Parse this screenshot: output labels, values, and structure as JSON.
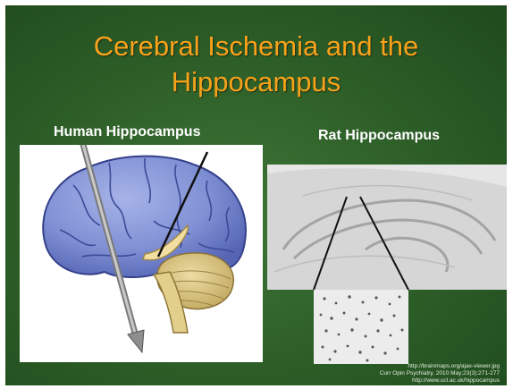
{
  "slide": {
    "title_line1": "Cerebral Ischemia and the",
    "title_line2": "Hippocampus",
    "human_label": "Human Hippocampus",
    "rat_label": "Rat Hippocampus",
    "credit_line1": "http://brainmaps.org/ajax-viewer.jpg",
    "credit_line2": "Curr Opin Psychiatry. 2010 May;23(3):271-277",
    "credit_line3": "http://www.ucl.ac.uk/hippocampus"
  },
  "colors": {
    "background": "#2f6129",
    "title": "#f7a21b",
    "brain": "#7f90d4",
    "cerebellum": "#d7c27d",
    "hippocampus": "#f2dea0"
  },
  "icons": [
    "brain-illustration",
    "surgical-probe-icon",
    "rat-brain-section-image",
    "neuron-inset-image"
  ]
}
